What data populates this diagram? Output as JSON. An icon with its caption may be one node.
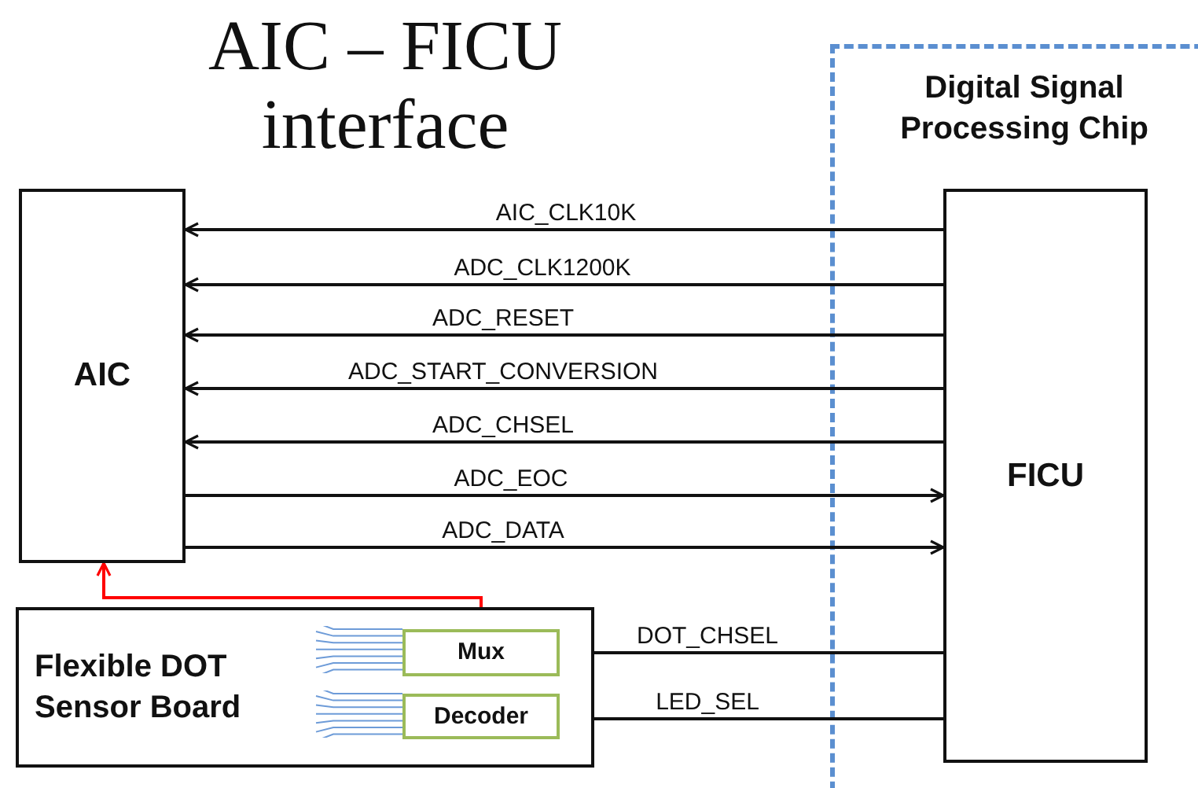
{
  "diagram": {
    "title": "AIC – FICU interface",
    "nodes": [
      {
        "text": [
          "AIC"
        ]
      },
      {
        "text": [
          "Digital Signal Processing Chip"
        ]
      },
      {
        "text": [
          "FICU"
        ],
        "in": 1
      },
      {
        "text": [
          "Flexible DOT Sensor Board"
        ]
      },
      {
        "text": [
          "Mux"
        ],
        "in": 3
      },
      {
        "text": [
          "Decoder"
        ],
        "in": 3
      }
    ],
    "edges": [
      {
        "from": 2,
        "to": 0,
        "arrow": "to",
        "label": "AIC_CLK10K"
      },
      {
        "from": 2,
        "to": 0,
        "arrow": "to",
        "label": "ADC_CLK1200K"
      },
      {
        "from": 2,
        "to": 0,
        "arrow": "to",
        "label": "ADC_RESET"
      },
      {
        "from": 2,
        "to": 0,
        "arrow": "to",
        "label": "ADC_START_CONVERSION"
      },
      {
        "from": 2,
        "to": 0,
        "arrow": "to",
        "label": "ADC_CHSEL"
      },
      {
        "from": 0,
        "to": 2,
        "arrow": "to",
        "label": "ADC_EOC"
      },
      {
        "from": 0,
        "to": 2,
        "arrow": "to",
        "label": "ADC_DATA"
      },
      {
        "from": 4,
        "to": 0,
        "arrow": "to",
        "color": "#ff0000"
      },
      {
        "from": 2,
        "to": 4,
        "arrow": "to",
        "label": "DOT_CHSEL"
      },
      {
        "from": 2,
        "to": 5,
        "arrow": "to",
        "label": "LED_SEL"
      }
    ]
  }
}
